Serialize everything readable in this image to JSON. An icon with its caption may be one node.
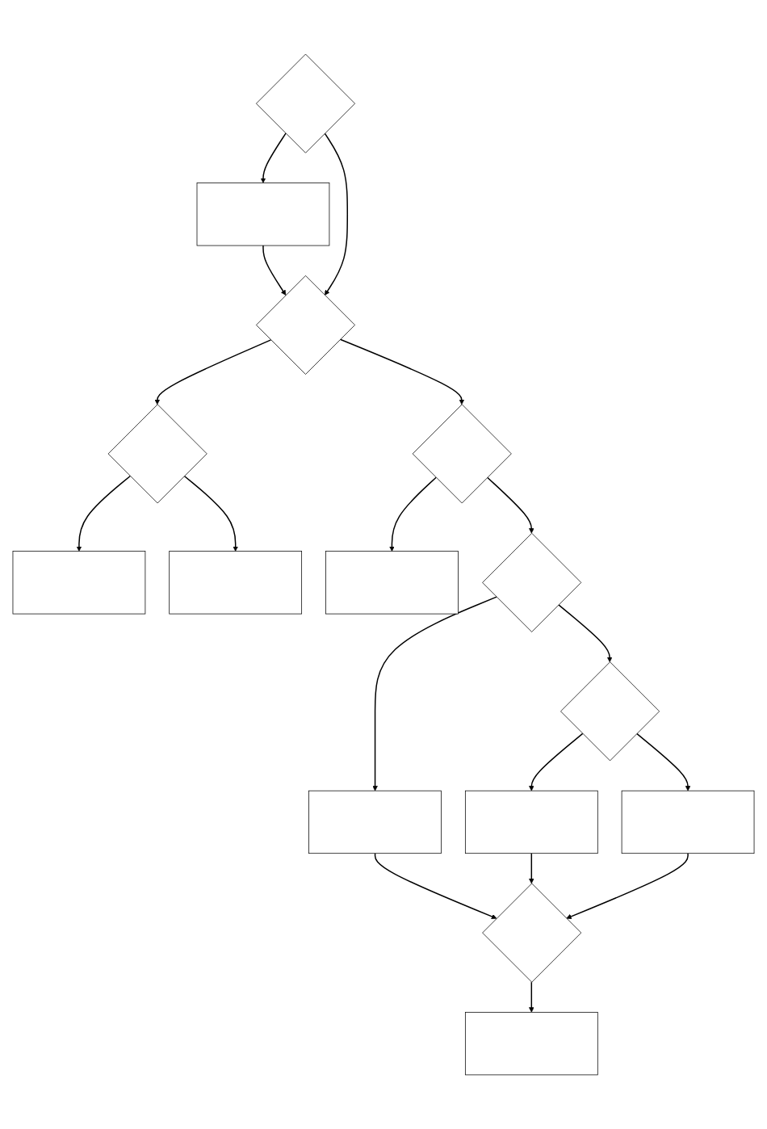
{
  "diagram": {
    "nodes": [
      {
        "text": [],
        "shape": "diamond"
      },
      {
        "text": [],
        "shape": "box"
      },
      {
        "text": [],
        "shape": "diamond"
      },
      {
        "text": [],
        "shape": "diamond"
      },
      {
        "text": [],
        "shape": "box"
      },
      {
        "text": [],
        "shape": "box"
      },
      {
        "text": [],
        "shape": "diamond"
      },
      {
        "text": [],
        "shape": "box"
      },
      {
        "text": [],
        "shape": "diamond"
      },
      {
        "text": [],
        "shape": "box"
      },
      {
        "text": [],
        "shape": "diamond"
      },
      {
        "text": [],
        "shape": "box"
      },
      {
        "text": [],
        "shape": "box"
      },
      {
        "text": [],
        "shape": "diamond"
      },
      {
        "text": [],
        "shape": "box"
      }
    ],
    "edges": [
      {
        "from": 0,
        "to": 1,
        "arrow": "to"
      },
      {
        "from": 1,
        "to": 2,
        "arrow": "to"
      },
      {
        "from": 0,
        "to": 2,
        "arrow": "to"
      },
      {
        "from": 2,
        "to": 3,
        "arrow": "to"
      },
      {
        "from": 3,
        "to": 4,
        "arrow": "to"
      },
      {
        "from": 3,
        "to": 5,
        "arrow": "to"
      },
      {
        "from": 2,
        "to": 6,
        "arrow": "to"
      },
      {
        "from": 6,
        "to": 7,
        "arrow": "to"
      },
      {
        "from": 6,
        "to": 8,
        "arrow": "to"
      },
      {
        "from": 8,
        "to": 9,
        "arrow": "to"
      },
      {
        "from": 8,
        "to": 10,
        "arrow": "to"
      },
      {
        "from": 10,
        "to": 11,
        "arrow": "to"
      },
      {
        "from": 10,
        "to": 12,
        "arrow": "to"
      },
      {
        "from": 9,
        "to": 13,
        "arrow": "to"
      },
      {
        "from": 11,
        "to": 13,
        "arrow": "to"
      },
      {
        "from": 12,
        "to": 13,
        "arrow": "to"
      },
      {
        "from": 13,
        "to": 14,
        "arrow": "to"
      }
    ]
  }
}
